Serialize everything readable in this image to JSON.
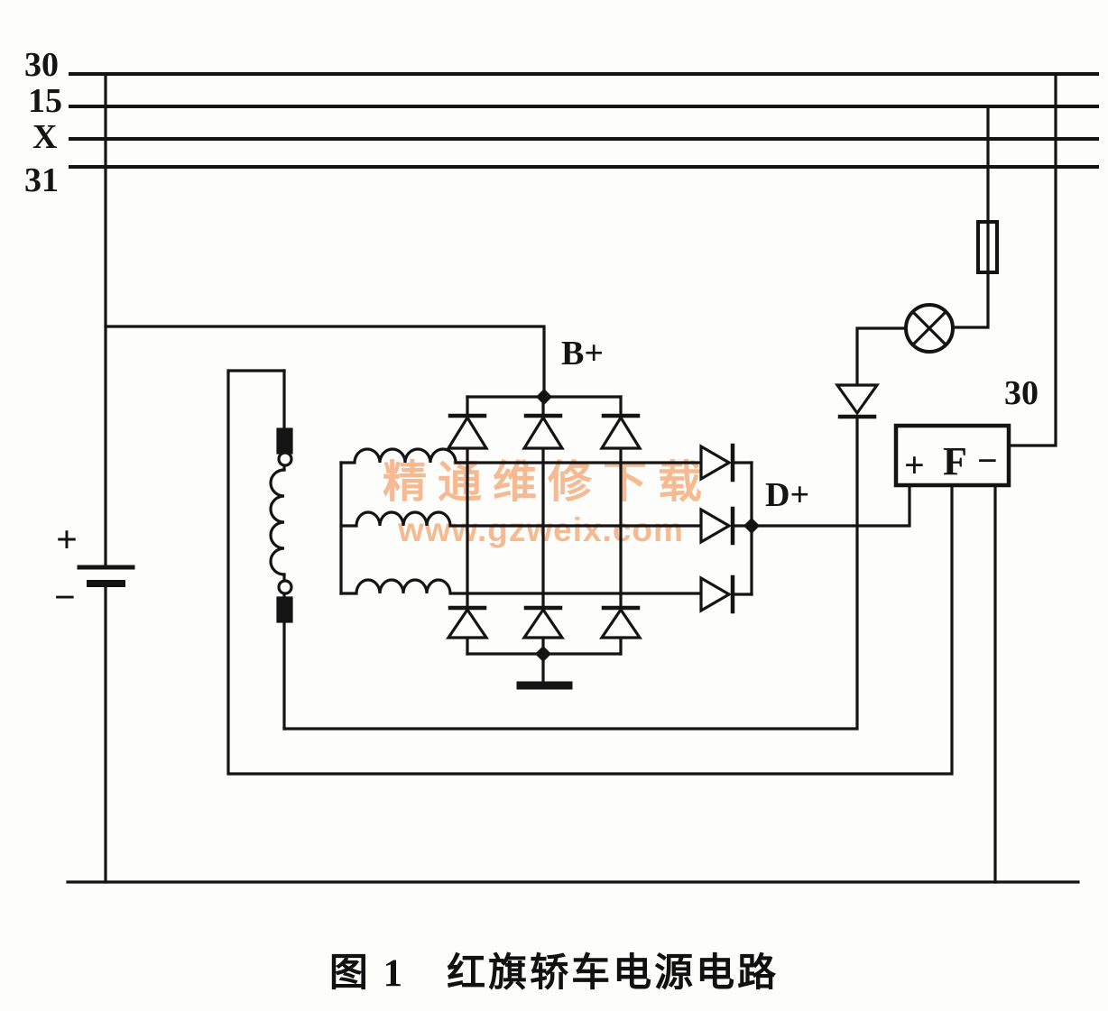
{
  "bus": {
    "items": [
      {
        "label": "30"
      },
      {
        "label": "15"
      },
      {
        "label": "X"
      },
      {
        "label": "31"
      }
    ]
  },
  "labels": {
    "b_plus": "B+",
    "d_plus": "D+",
    "wire_30": "30",
    "battery_plus": "+",
    "battery_minus": "−"
  },
  "regulator": {
    "plus": "+",
    "field": "F",
    "minus": "−"
  },
  "caption": "图 1　红旗轿车电源电路",
  "watermark": {
    "line1": "精通维修下载",
    "line2": "www.gzweix.com",
    "color": "#f6ba92"
  },
  "colors": {
    "ink": "#141414",
    "paper": "#fdfdfc"
  }
}
